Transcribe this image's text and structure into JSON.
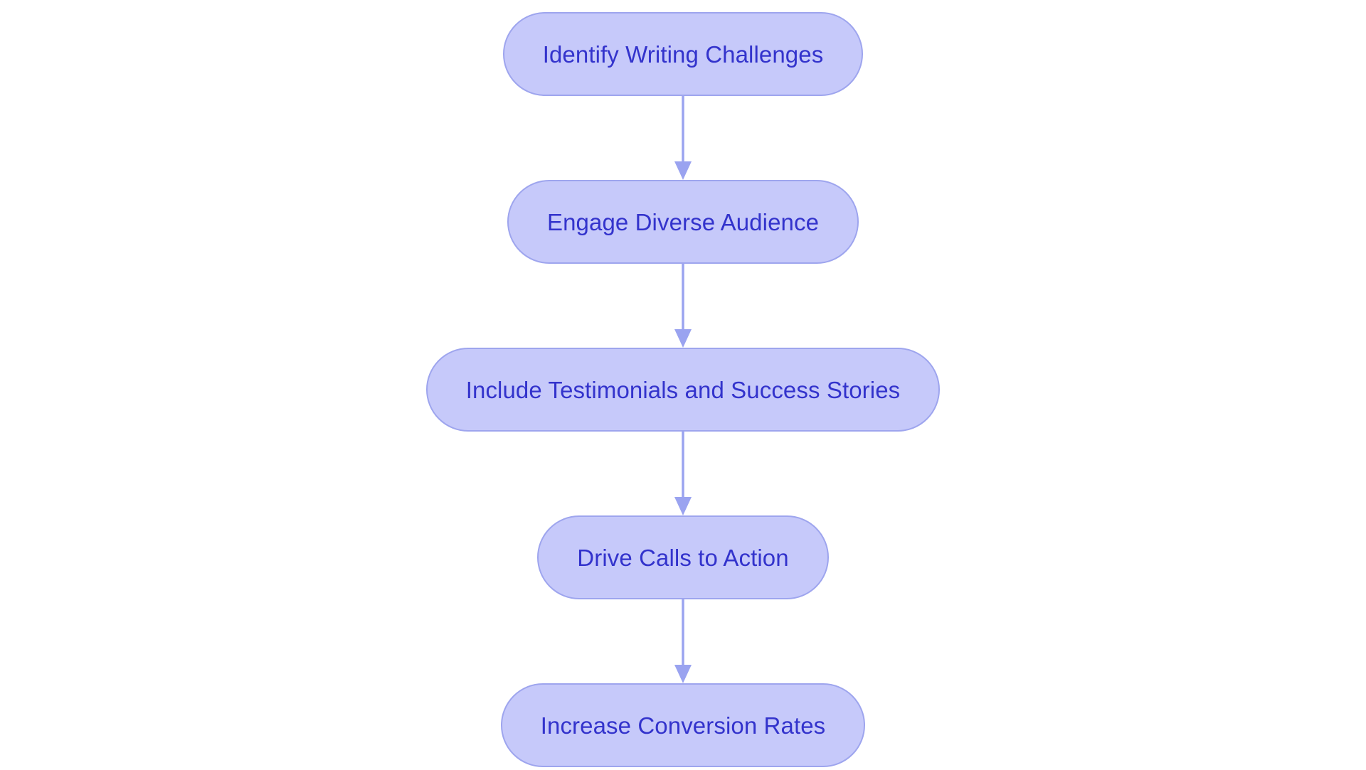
{
  "diagram": {
    "type": "flowchart",
    "orientation": "vertical-top-to-bottom",
    "background_color": "#ffffff",
    "node_fill_color": "#c6c9fa",
    "node_border_color": "#9ea5ee",
    "node_text_color": "#3333cc",
    "connector_color": "#9aa3f0",
    "node_shape": "stadium",
    "nodes": [
      {
        "id": "node-1",
        "label": "Identify Writing Challenges"
      },
      {
        "id": "node-2",
        "label": "Engage Diverse Audience"
      },
      {
        "id": "node-3",
        "label": "Include Testimonials and Success Stories"
      },
      {
        "id": "node-4",
        "label": "Drive Calls to Action"
      },
      {
        "id": "node-5",
        "label": "Increase Conversion Rates"
      }
    ],
    "connectors": [
      {
        "id": "connector-1",
        "from": "node-1",
        "to": "node-2",
        "arrow": "down"
      },
      {
        "id": "connector-2",
        "from": "node-2",
        "to": "node-3",
        "arrow": "down"
      },
      {
        "id": "connector-3",
        "from": "node-3",
        "to": "node-4",
        "arrow": "down"
      },
      {
        "id": "connector-4",
        "from": "node-4",
        "to": "node-5",
        "arrow": "down"
      }
    ]
  }
}
